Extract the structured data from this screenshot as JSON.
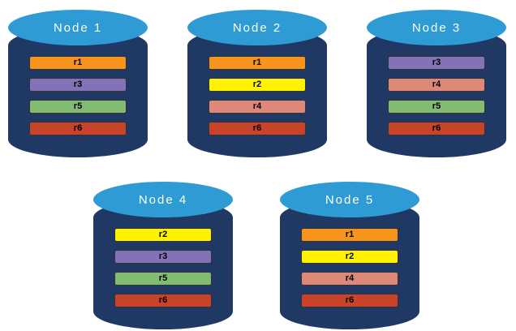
{
  "nodes": [
    {
      "name": "Node 1",
      "rows": [
        {
          "label": "r1",
          "color": "#f7941e"
        },
        {
          "label": "r3",
          "color": "#8472b8"
        },
        {
          "label": "r5",
          "color": "#82bb72"
        },
        {
          "label": "r6",
          "color": "#c9432a"
        }
      ]
    },
    {
      "name": "Node 2",
      "rows": [
        {
          "label": "r1",
          "color": "#f7941e"
        },
        {
          "label": "r2",
          "color": "#fff200"
        },
        {
          "label": "r4",
          "color": "#dd8878"
        },
        {
          "label": "r6",
          "color": "#c9432a"
        }
      ]
    },
    {
      "name": "Node 3",
      "rows": [
        {
          "label": "r3",
          "color": "#8472b8"
        },
        {
          "label": "r4",
          "color": "#dd8878"
        },
        {
          "label": "r5",
          "color": "#82bb72"
        },
        {
          "label": "r6",
          "color": "#c9432a"
        }
      ]
    },
    {
      "name": "Node 4",
      "rows": [
        {
          "label": "r2",
          "color": "#fff200"
        },
        {
          "label": "r3",
          "color": "#8472b8"
        },
        {
          "label": "r5",
          "color": "#82bb72"
        },
        {
          "label": "r6",
          "color": "#c9432a"
        }
      ]
    },
    {
      "name": "Node 5",
      "rows": [
        {
          "label": "r1",
          "color": "#f7941e"
        },
        {
          "label": "r2",
          "color": "#fff200"
        },
        {
          "label": "r4",
          "color": "#dd8878"
        },
        {
          "label": "r6",
          "color": "#c9432a"
        }
      ]
    }
  ],
  "colors": {
    "cylinder_body": "#1f3864",
    "cylinder_top": "#2e9bd5",
    "title_text": "#ffffff",
    "bar_text": "#000000"
  }
}
